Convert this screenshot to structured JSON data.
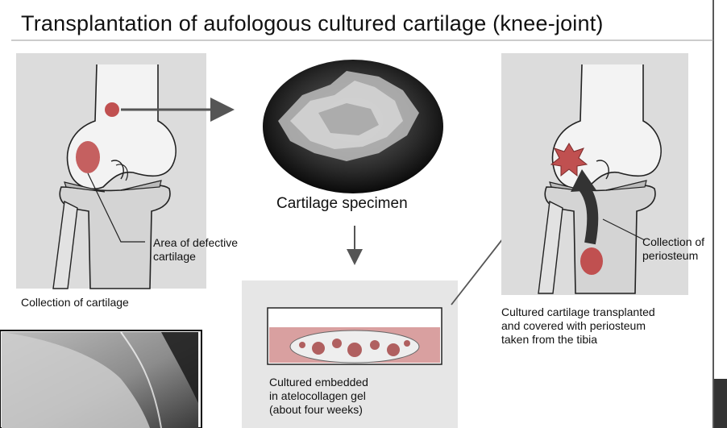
{
  "title": "Transplantation of aufologous cultured cartilage (knee-joint)",
  "labels": {
    "specimen": "Cartilage specimen",
    "defect": [
      "Area of defective",
      "cartilage"
    ],
    "collection": "Collection of cartilage",
    "periosteum": [
      "Collection of",
      "periosteum"
    ],
    "transplant": [
      "Cultured cartilage transplanted",
      "and covered with periosteum",
      "taken from the tibia"
    ],
    "culture": [
      "Cultured embedded",
      "in atelocollagen gel",
      "(about four weeks)"
    ]
  },
  "colors": {
    "panel": "#dcdcdc",
    "culture_panel": "#e6e6e6",
    "bone_outline": "#222222",
    "defect_red": "#c05050",
    "arrow_dark": "#333333",
    "gel_pink": "#d9a0a0",
    "title_rule": "#9a9a9a"
  }
}
